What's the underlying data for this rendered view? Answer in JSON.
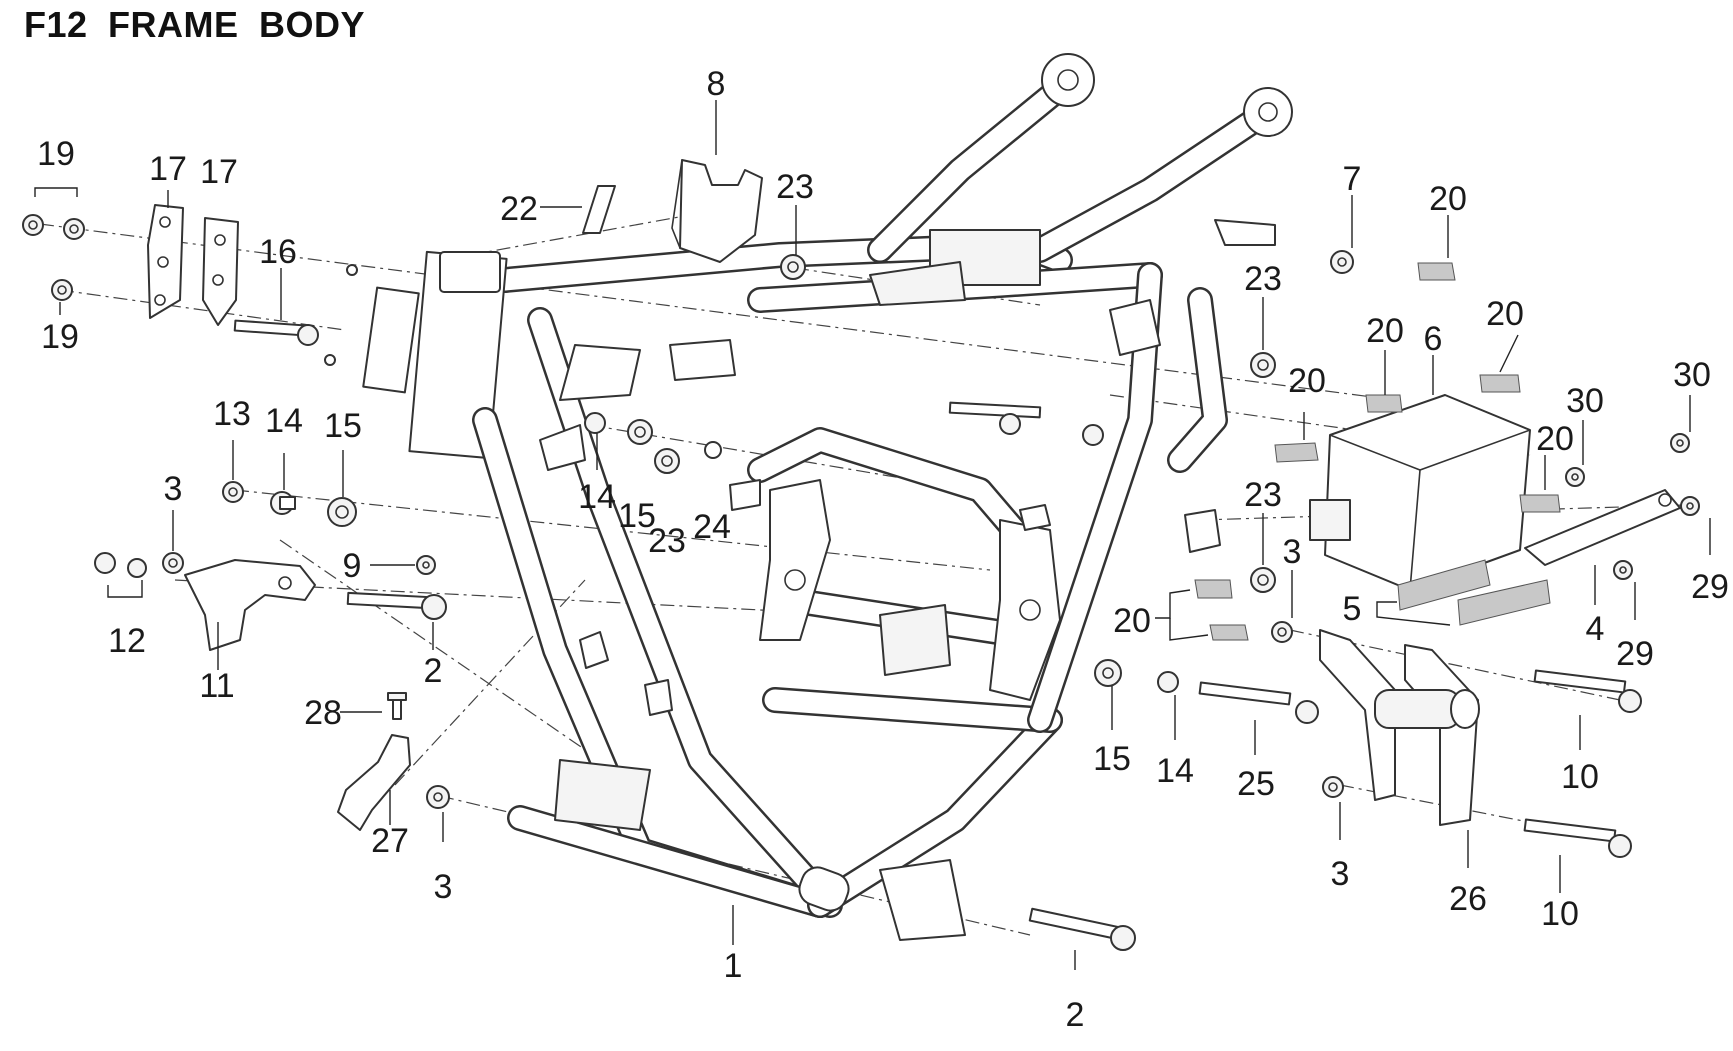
{
  "title": "F12  FRAME BODY",
  "callouts": {
    "c1": "1",
    "c2a": "2",
    "c2b": "2",
    "c3a": "3",
    "c3b": "3",
    "c3c": "3",
    "c3d": "3",
    "c4": "4",
    "c5": "5",
    "c6": "6",
    "c7": "7",
    "c8": "8",
    "c9": "9",
    "c10a": "10",
    "c10b": "10",
    "c11": "11",
    "c12": "12",
    "c13": "13",
    "c14a": "14",
    "c14b": "14",
    "c14c": "14",
    "c15a": "15",
    "c15b": "15",
    "c15c": "15",
    "c16": "16",
    "c17a": "17",
    "c17b": "17",
    "c19a": "19",
    "c19b": "19",
    "c20a": "20",
    "c20b": "20",
    "c20c": "20",
    "c20d": "20",
    "c20e": "20",
    "c20f": "20",
    "c22": "22",
    "c23a": "23",
    "c23b": "23",
    "c23c": "23",
    "c23d": "23",
    "c24": "24",
    "c25": "25",
    "c26": "26",
    "c27": "27",
    "c28": "28",
    "c29a": "29",
    "c29b": "29",
    "c30a": "30",
    "c30b": "30"
  }
}
